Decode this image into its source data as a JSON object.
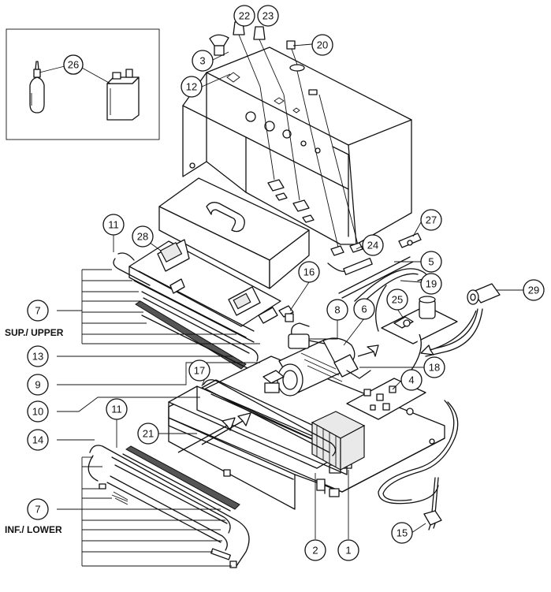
{
  "section_labels": {
    "upper": "SUP./ UPPER",
    "lower": "INF./ LOWER"
  },
  "callouts": {
    "c1": "1",
    "c2": "2",
    "c3": "3",
    "c4": "4",
    "c5": "5",
    "c6": "6",
    "c7a": "7",
    "c7b": "7",
    "c8": "8",
    "c9": "9",
    "c10": "10",
    "c11a": "11",
    "c11b": "11",
    "c12": "12",
    "c13": "13",
    "c14": "14",
    "c15": "15",
    "c16": "16",
    "c17": "17",
    "c18": "18",
    "c19": "19",
    "c20": "20",
    "c21": "21",
    "c22": "22",
    "c23": "23",
    "c24": "24",
    "c25": "25",
    "c26": "26",
    "c27": "27",
    "c28": "28",
    "c29": "29"
  }
}
